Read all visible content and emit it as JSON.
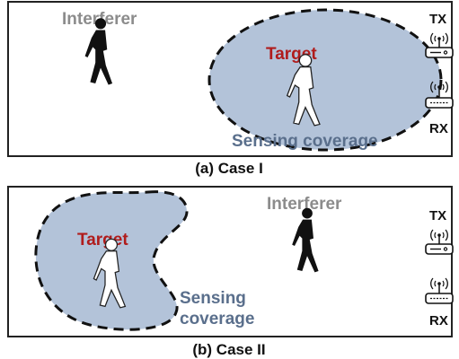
{
  "panel_a": {
    "interferer_label": "Interferer",
    "target_label": "Target",
    "coverage_label": "Sensing coverage",
    "tx_label": "TX",
    "rx_label": "RX",
    "caption": "(a) Case I"
  },
  "panel_b": {
    "interferer_label": "Interferer",
    "target_label": "Target",
    "coverage_label_line1": "Sensing",
    "coverage_label_line2": "coverage",
    "tx_label": "TX",
    "rx_label": "RX",
    "caption": "(b) Case II"
  },
  "colors": {
    "coverage_fill": "#b3c3d9",
    "coverage_text": "#5a6f8c",
    "target_text": "#b01c1c",
    "interferer_text": "#8c8c8c",
    "interferer_person": "#111111",
    "target_person": "#ffffff"
  },
  "icons": {
    "interferer": "walking-person-icon",
    "target": "walking-person-outline-icon",
    "tx": "wifi-router-icon",
    "rx": "wifi-router-icon"
  }
}
